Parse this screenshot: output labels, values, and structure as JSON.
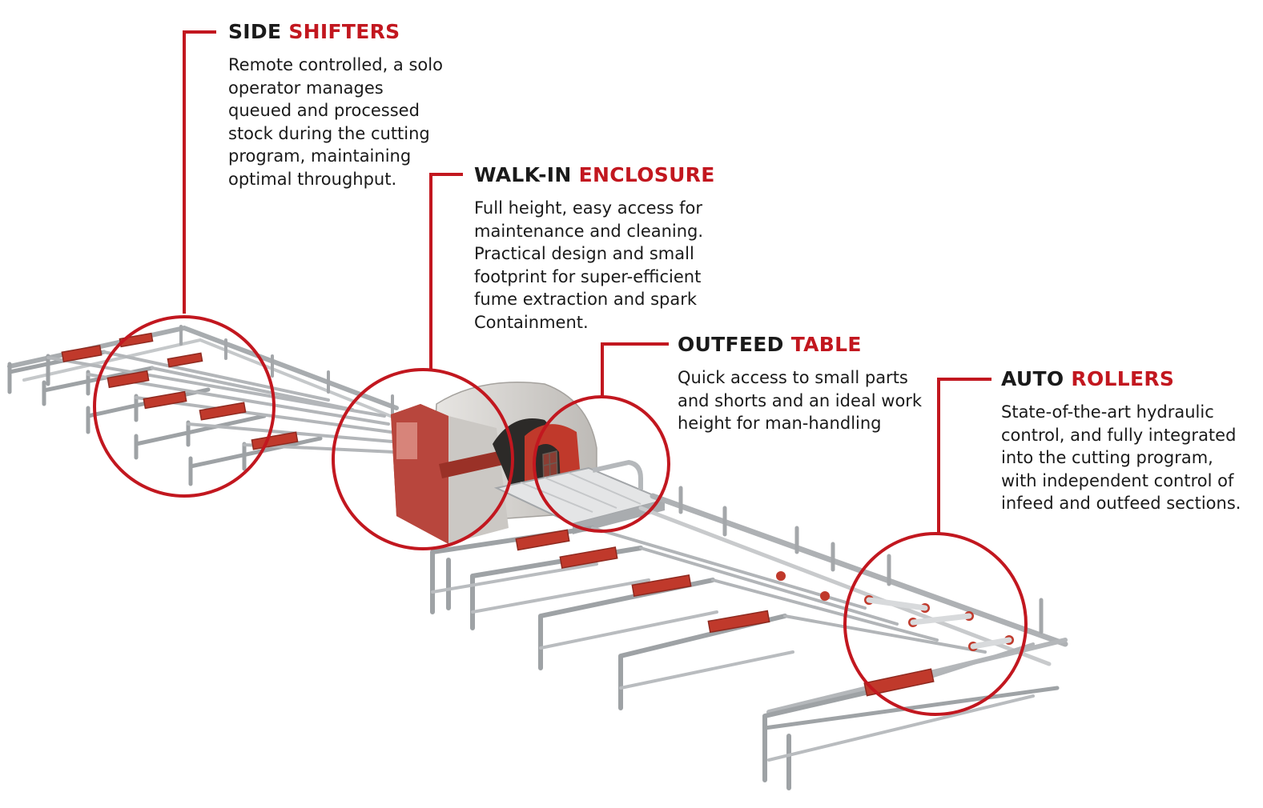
{
  "brand": {
    "accent": "#c2171f",
    "steel": "#b9bcbf",
    "steel_dark": "#7d8184",
    "enclosure": "#dcdad6",
    "enclosure_red": "#b8463d"
  },
  "callouts": [
    {
      "id": "side-shifters",
      "title_plain": "SIDE ",
      "title_accent": "SHIFTERS",
      "body": "Remote controlled, a solo\noperator manages\nqueued and processed\nstock during the cutting\nprogram, maintaining\noptimal throughput."
    },
    {
      "id": "walk-in-enclosure",
      "title_plain": "WALK-IN ",
      "title_accent": "ENCLOSURE",
      "body": "Full height, easy access for\nmaintenance and cleaning.\nPractical design and small\nfootprint for super-efficient\nfume extraction and spark\nContainment."
    },
    {
      "id": "outfeed-table",
      "title_plain": "OUTFEED ",
      "title_accent": "TABLE",
      "body": "Quick access to small parts\nand shorts and an ideal work\nheight for man-handling"
    },
    {
      "id": "auto-rollers",
      "title_plain": "AUTO ",
      "title_accent": "ROLLERS",
      "body": "State-of-the-art hydraulic\ncontrol, and fully integrated\ninto the cutting program,\nwith independent control of\ninfeed and outfeed sections."
    }
  ]
}
